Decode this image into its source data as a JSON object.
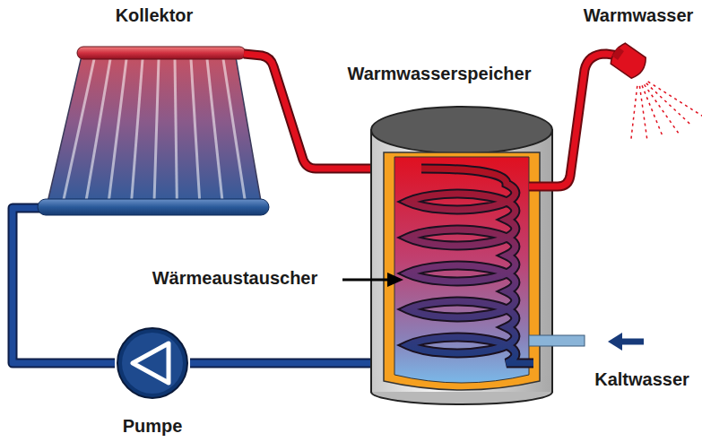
{
  "diagram": {
    "labels": [
      "Kollektor",
      "Warmwasser",
      "Warmwasserspeicher",
      "Wärmeaustauscher",
      "Pumpe",
      "Kaltwasser"
    ]
  }
}
